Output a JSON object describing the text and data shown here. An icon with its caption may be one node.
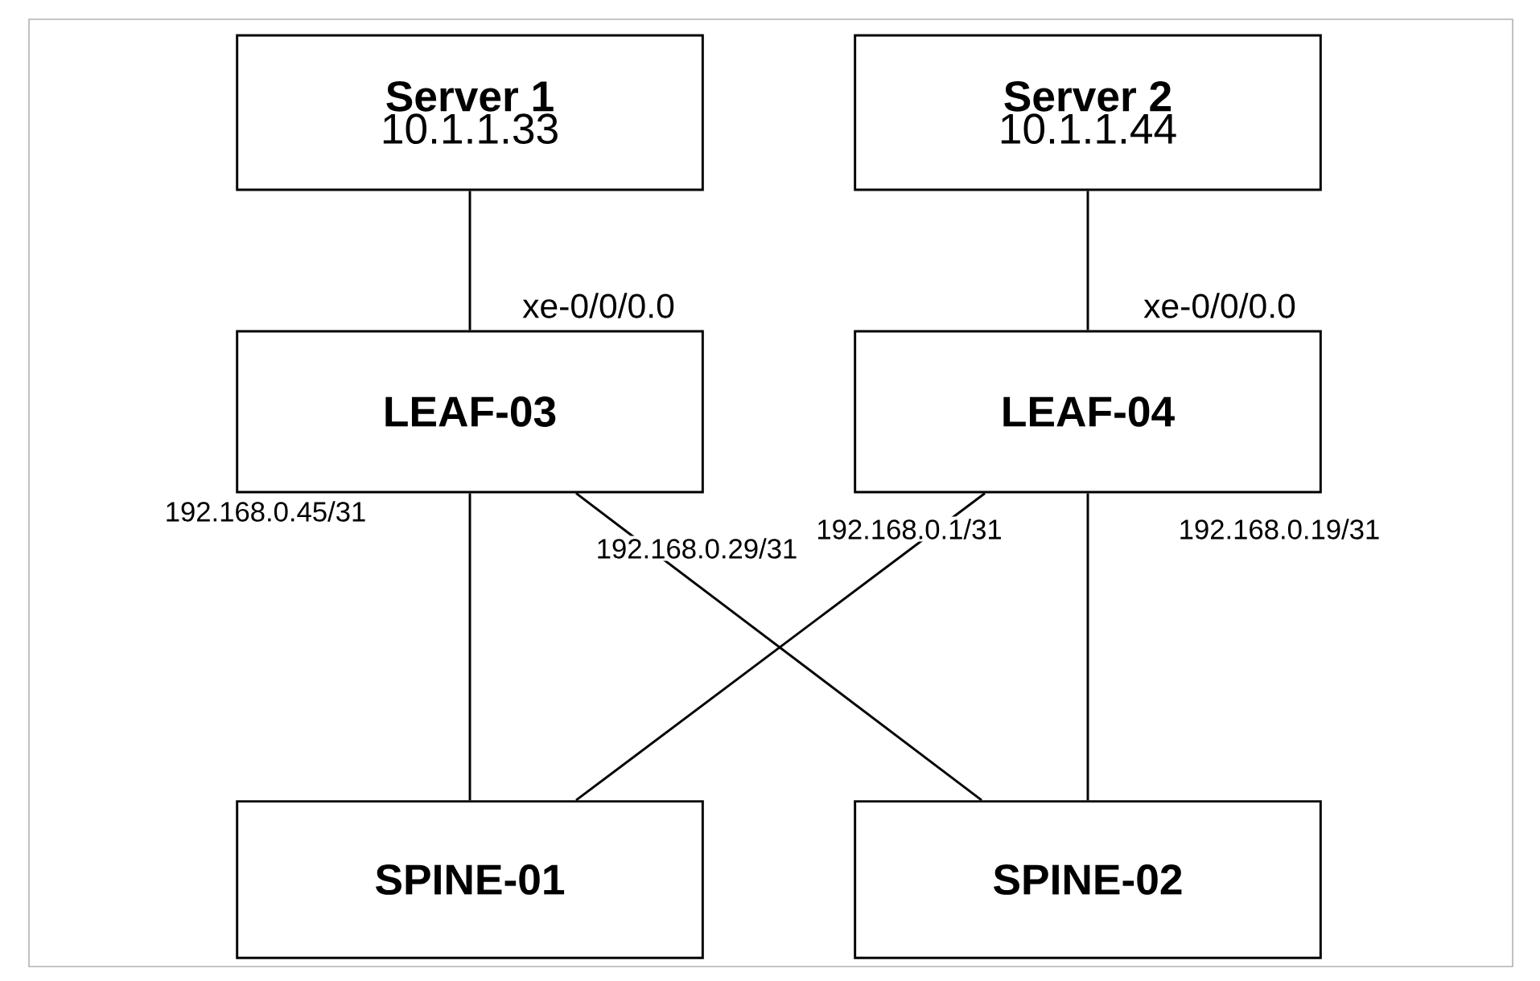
{
  "diagram": {
    "nodes": [
      {
        "text": [
          "Server 1",
          "10.1.1.33"
        ]
      },
      {
        "text": [
          "Server 2",
          "10.1.1.44"
        ]
      },
      {
        "text": [
          "LEAF-03"
        ]
      },
      {
        "text": [
          "LEAF-04"
        ]
      },
      {
        "text": [
          "SPINE-01"
        ]
      },
      {
        "text": [
          "SPINE-02"
        ]
      }
    ],
    "edges": [
      {
        "from": 0,
        "to": 2,
        "arrow": "none",
        "label": "xe-0/0/0.0"
      },
      {
        "from": 1,
        "to": 3,
        "arrow": "none",
        "label": "xe-0/0/0.0"
      },
      {
        "from": 2,
        "to": 4,
        "arrow": "none",
        "label": "192.168.0.45/31"
      },
      {
        "from": 2,
        "to": 5,
        "arrow": "none",
        "label": "192.168.0.29/31"
      },
      {
        "from": 3,
        "to": 4,
        "arrow": "none",
        "label": "192.168.0.1/31"
      },
      {
        "from": 3,
        "to": 5,
        "arrow": "none",
        "label": "192.168.0.19/31"
      }
    ]
  }
}
